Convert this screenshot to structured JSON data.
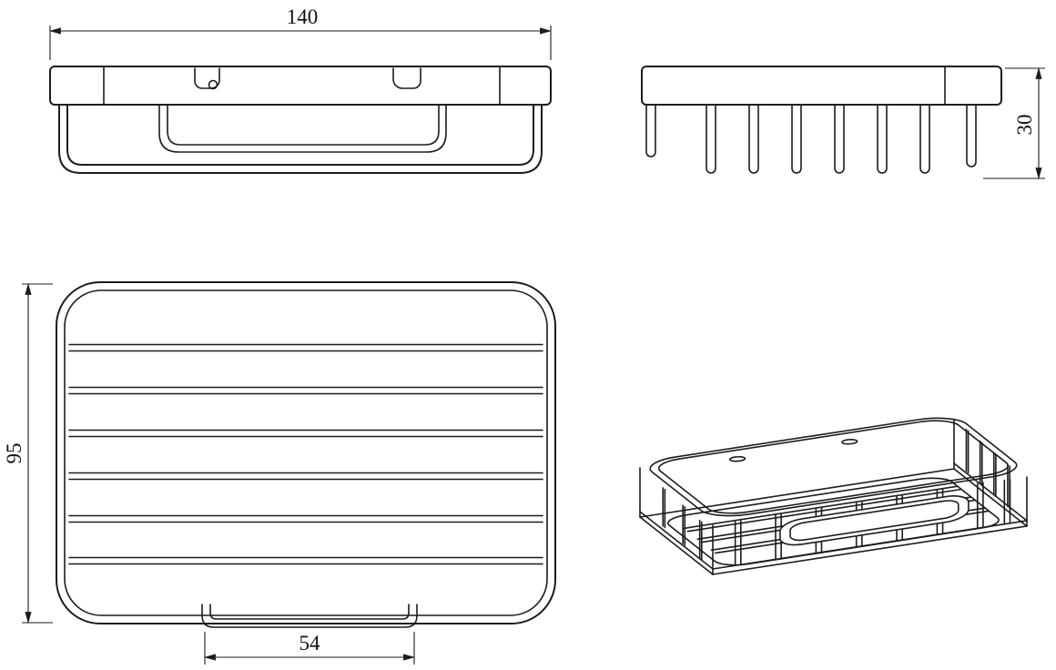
{
  "dims": {
    "width": "140",
    "height": "30",
    "depth": "95",
    "bracket": "54"
  },
  "colors": {
    "line": "#1c1c1c",
    "background": "#ffffff"
  }
}
